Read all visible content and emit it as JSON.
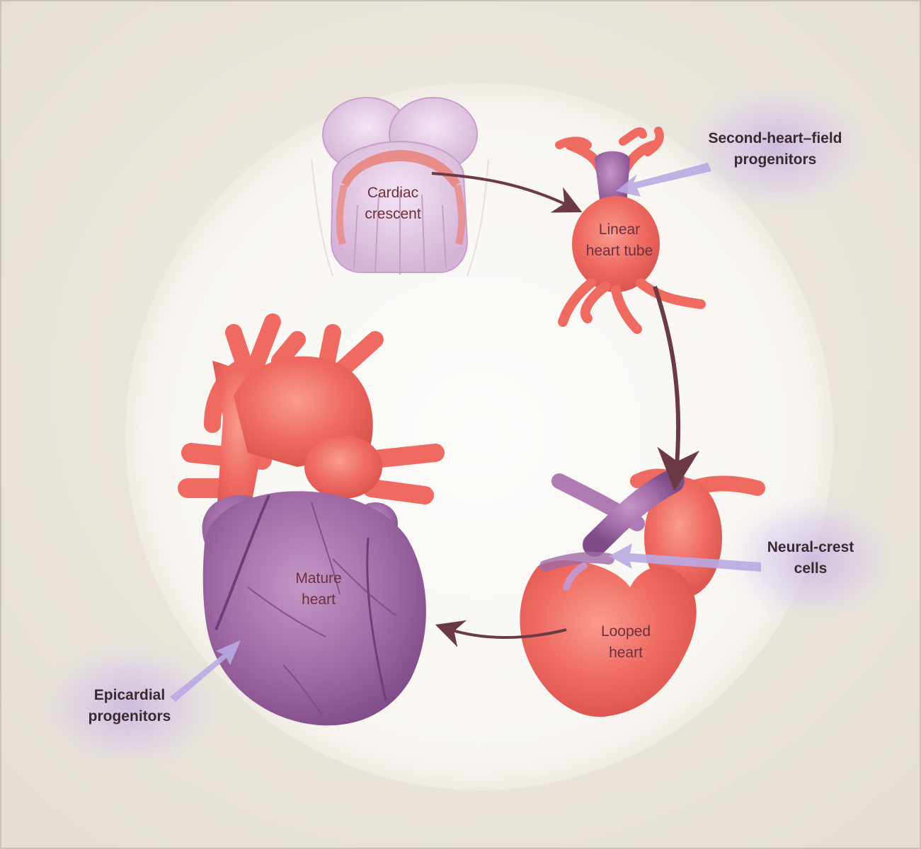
{
  "labels": {
    "cardiac_crescent": [
      "Cardiac",
      "crescent"
    ],
    "linear_heart_tube": [
      "Linear",
      "heart tube"
    ],
    "looped_heart": [
      "Looped",
      "heart"
    ],
    "mature_heart": [
      "Mature",
      "heart"
    ],
    "second_heart_field": [
      "Second-heart–field",
      "progenitors"
    ],
    "neural_crest": [
      "Neural-crest",
      "cells"
    ],
    "epicardial": [
      "Epicardial",
      "progenitors"
    ]
  },
  "colors": {
    "background": "#e9e4da",
    "circle": "#fbf9f6",
    "tissue_red": "#ef6b62",
    "progenitor_purple": "#a06aa6",
    "arrow": "#6b3a44",
    "glow": "#c9b6e4"
  }
}
